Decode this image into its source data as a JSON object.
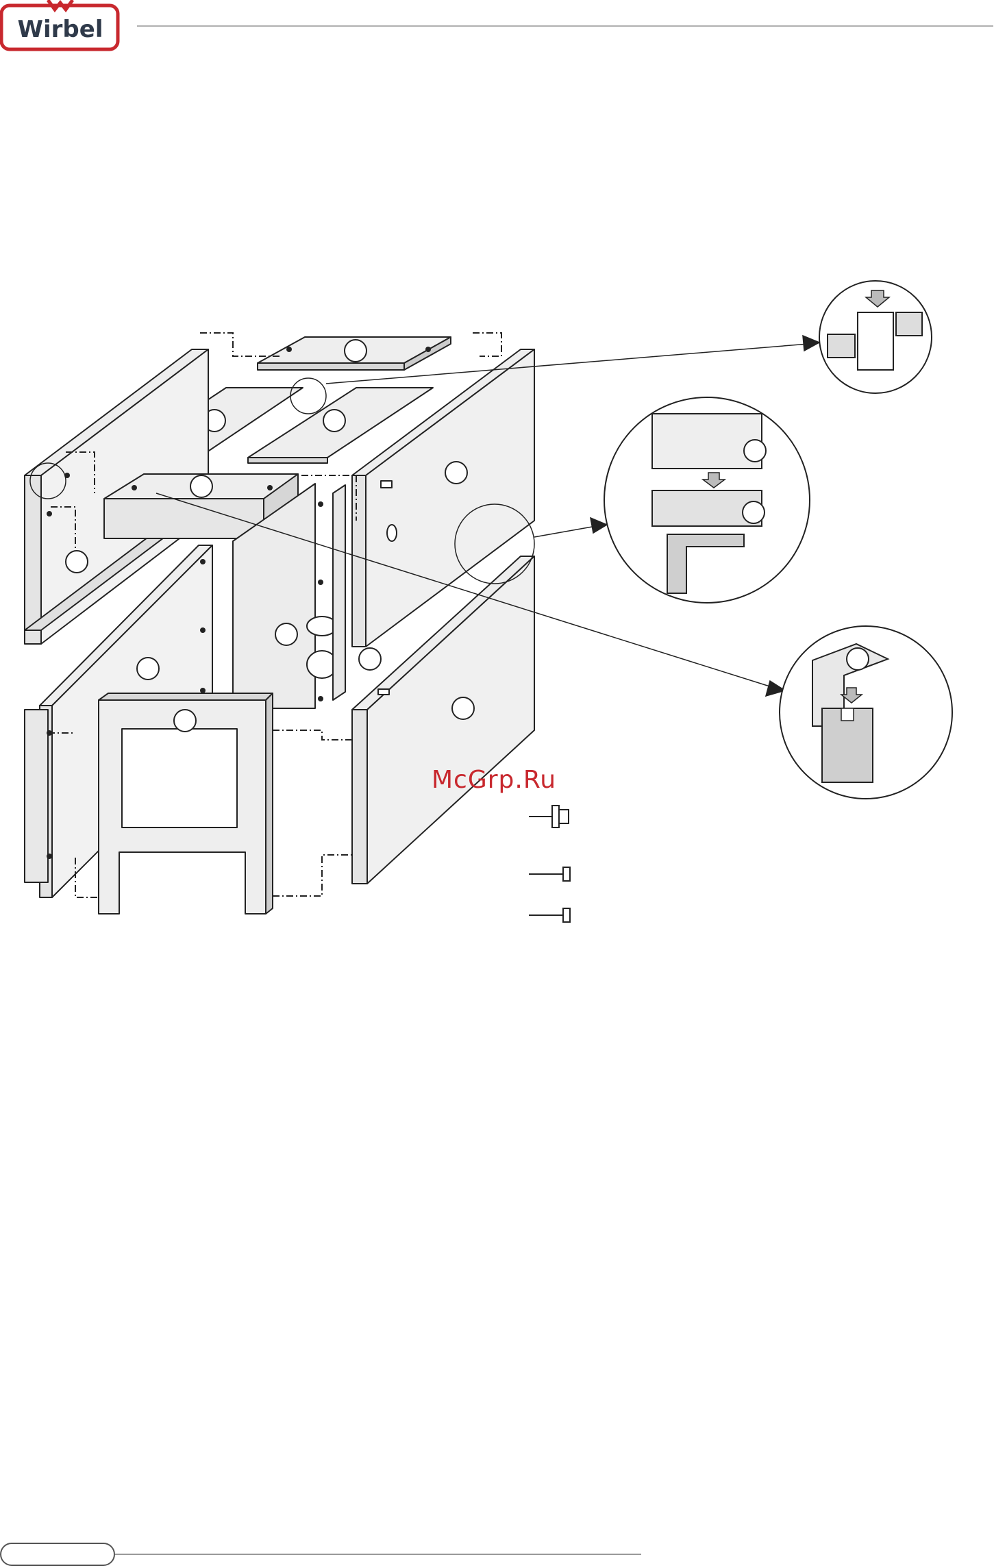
{
  "brand": {
    "name": "Wirbel",
    "color": "#c8282e",
    "text_color": "#2f3a4a"
  },
  "watermark": {
    "text": "McGrp.Ru",
    "color": "#c8282e"
  },
  "diagram": {
    "type": "exploded-assembly-drawing",
    "detail_views": 3,
    "fasteners": [
      "screw-with-washer",
      "self-tapping-screw",
      "self-tapping-screw"
    ]
  }
}
